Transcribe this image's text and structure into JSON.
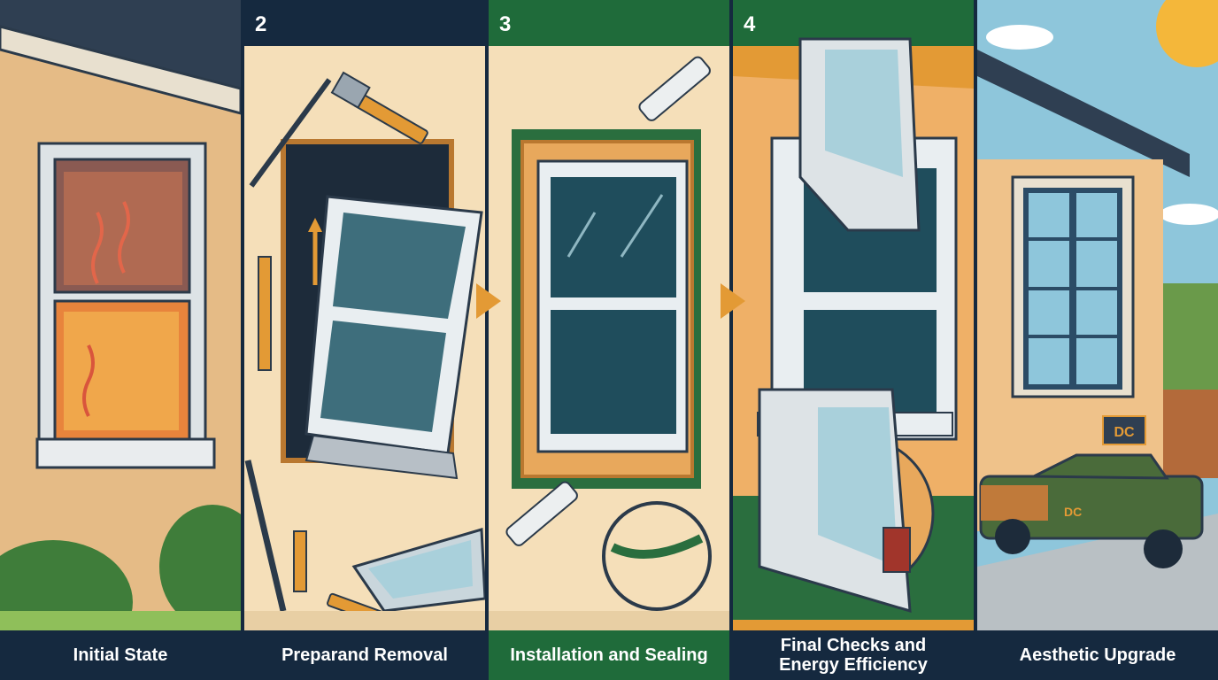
{
  "panels": [
    {
      "number": "",
      "caption": "Initial State"
    },
    {
      "number": "2",
      "caption": "Preparand Removal"
    },
    {
      "number": "3",
      "caption": "Installation and Sealing"
    },
    {
      "number": "4",
      "caption": "Final Checks and Energy Efficiency"
    },
    {
      "number": "",
      "caption": "Aesthetic Upgrade"
    }
  ],
  "branding": {
    "logo_text": "DC"
  },
  "colors": {
    "navy": "#15293f",
    "green": "#1f6b3a",
    "orange": "#e39a35",
    "wall": "#e5bb86",
    "cream": "#f5dfb9"
  }
}
